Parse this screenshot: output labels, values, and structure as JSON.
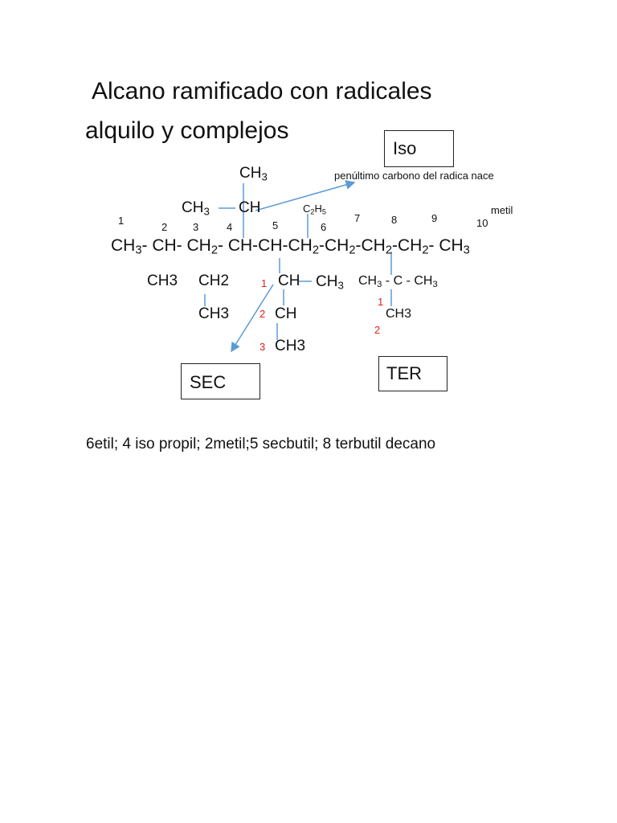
{
  "title": {
    "line1": "Alcano ramificado con radicales",
    "line2": "alquilo y complejos"
  },
  "labels": {
    "iso": "Iso",
    "sec": "SEC",
    "ter": "TER",
    "penultimo_note": "penúltimo carbono  del radica nace",
    "metil_note": "metil"
  },
  "carbon_numbers": [
    "1",
    "2",
    "3",
    "4",
    "5",
    "6",
    "7",
    "8",
    "9",
    "10"
  ],
  "main_chain": {
    "seg1": "CH",
    "sub1": "3",
    "seg2": "- CH- CH",
    "sub2": "2",
    "seg3": "- CH-CH-CH",
    "sub3": "2",
    "seg4": "-CH",
    "sub4": "2",
    "seg5": "-CH",
    "sub5": "2",
    "seg6": "-CH",
    "sub6": "2",
    "seg7": "- CH",
    "sub7": "3"
  },
  "iso_group": {
    "top": "CH",
    "top_sub": "3",
    "left": "CH",
    "left_sub": "3",
    "ch": "CH"
  },
  "ethyl": {
    "c": "C",
    "c_sub": "2",
    "h": "H",
    "h_sub": "5"
  },
  "methyl_c2": "CH3",
  "ethyl_c3": {
    "ch2": "CH2",
    "ch3": "CH3"
  },
  "sec_group": {
    "n1": "1",
    "ch": "CH",
    "ch3_side": "CH",
    "ch3_side_sub": "3",
    "n2": "2",
    "ch2": "CH",
    "n3": "3",
    "ch3": "CH3"
  },
  "ter_group": {
    "left": "CH",
    "left_sub": "3",
    "dash": "- C -",
    "right": "CH",
    "right_sub": "3",
    "n1": "1",
    "ch3": "CH3",
    "n2": "2"
  },
  "name": "6etil; 4 iso propil; 2metil;5 secbutil; 8 terbutil decano",
  "colors": {
    "arrow": "#5b9bd5",
    "red_numbers": "#e0201c"
  }
}
